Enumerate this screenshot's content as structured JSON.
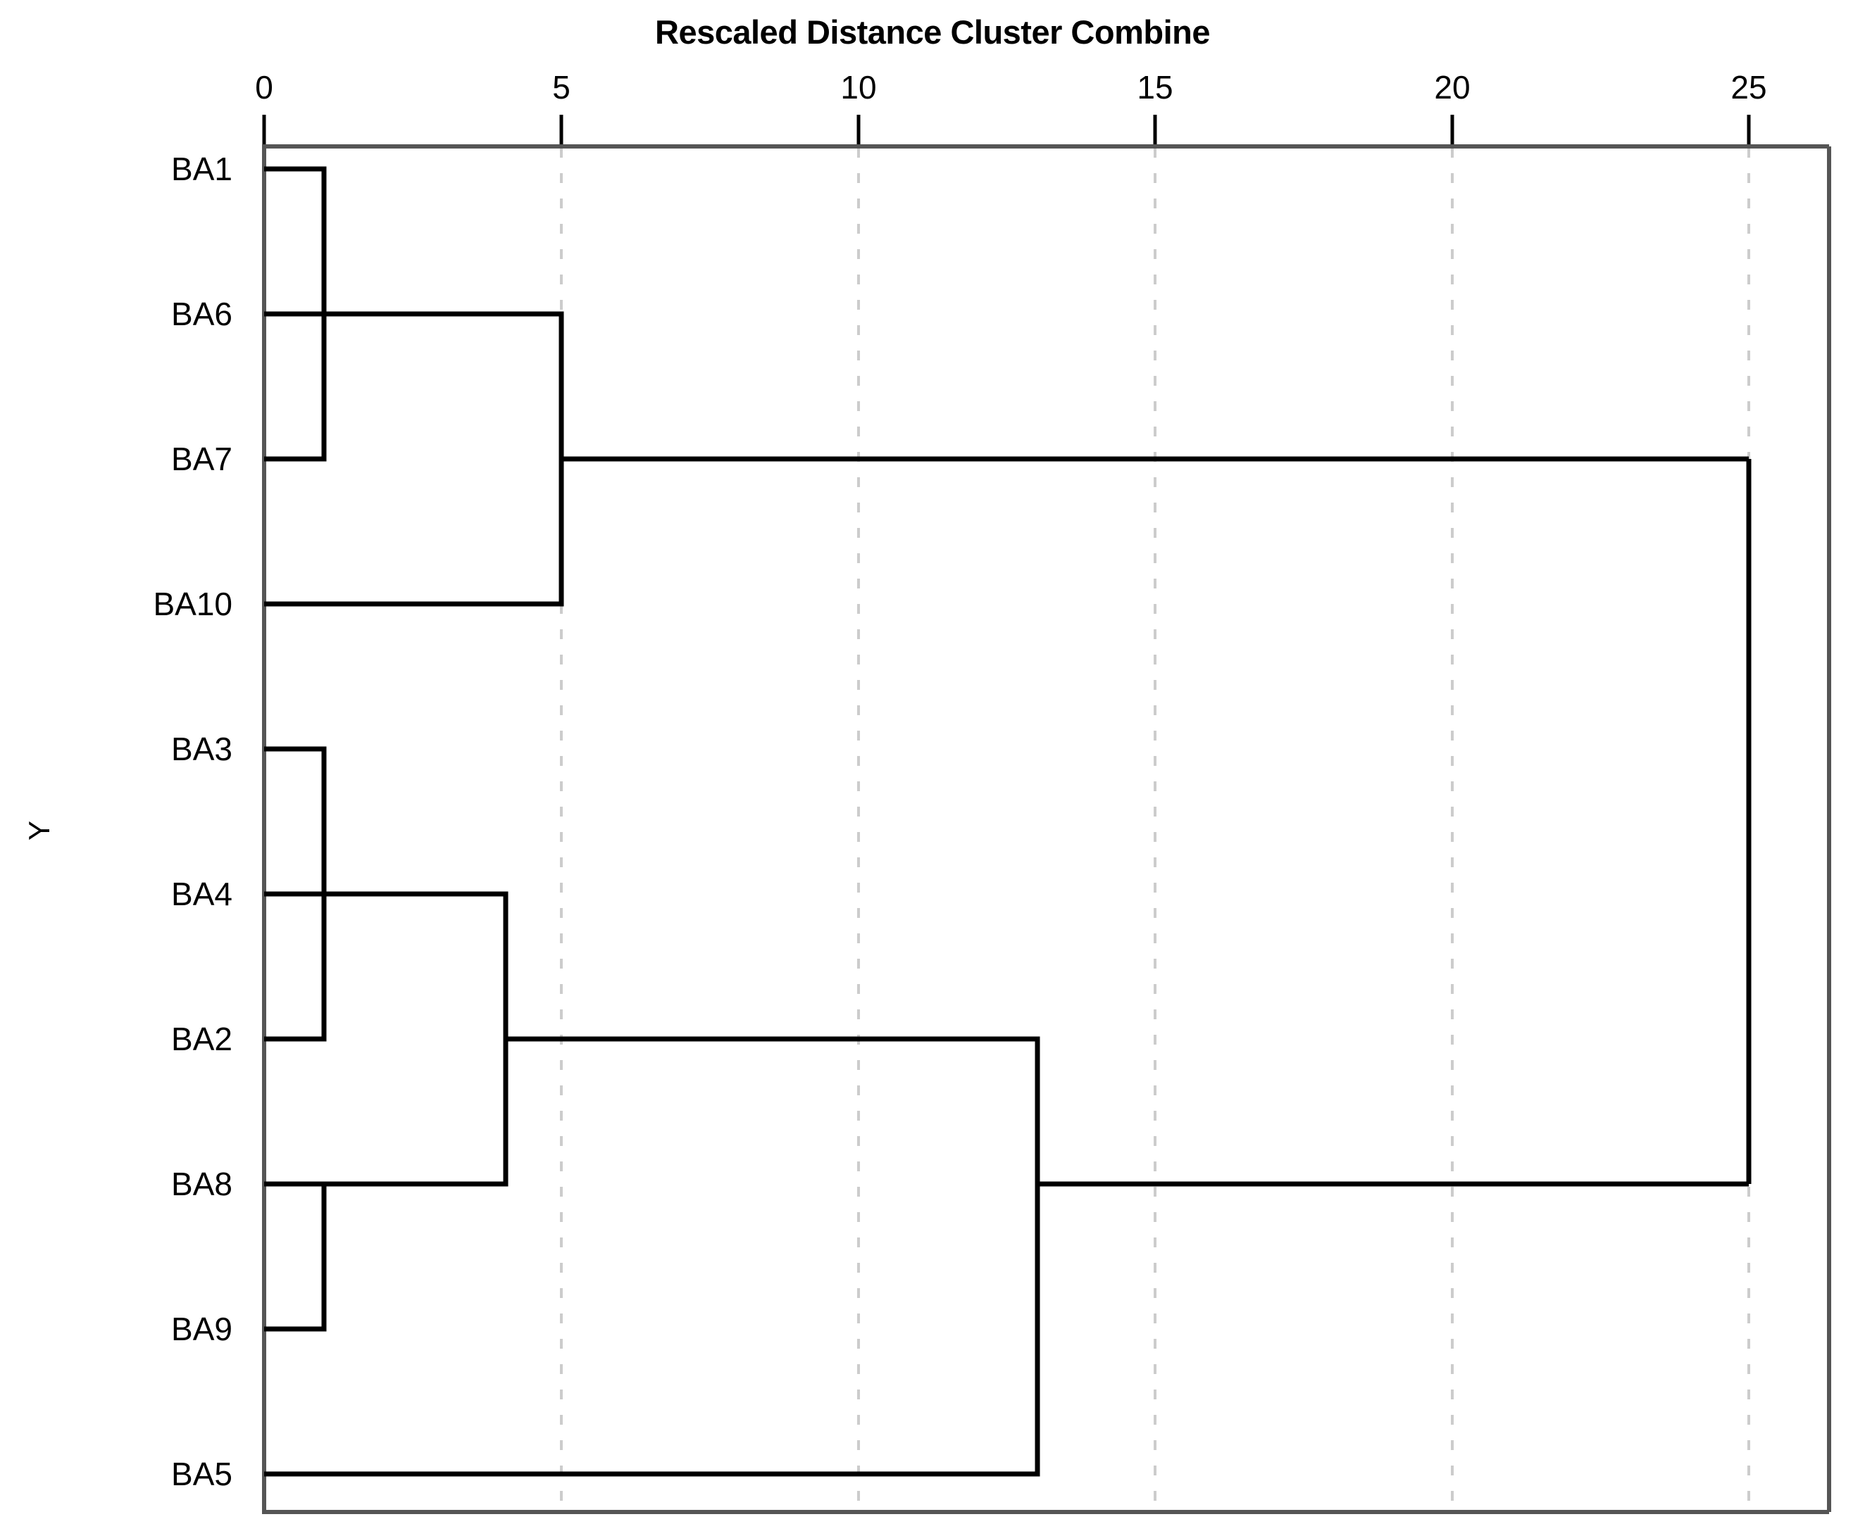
{
  "chart_data": {
    "type": "dendrogram",
    "title": "Rescaled Distance Cluster Combine",
    "xlabel": "Rescaled Distance Cluster Combine",
    "ylabel": "Y",
    "xlim": [
      0,
      26.2
    ],
    "xticks": [
      0,
      5,
      10,
      15,
      20,
      25
    ],
    "xtick_labels": [
      "0",
      "5",
      "10",
      "15",
      "20",
      "25"
    ],
    "grid": "vertical-dashed",
    "leaves": [
      "BA1",
      "BA6",
      "BA7",
      "BA10",
      "BA3",
      "BA4",
      "BA2",
      "BA8",
      "BA9",
      "BA5"
    ],
    "leaf_order_index": [
      1,
      6,
      7,
      10,
      3,
      4,
      2,
      8,
      9,
      5
    ],
    "merges": [
      {
        "id": "m1",
        "left": "BA1",
        "right": "BA7",
        "distance": 1.0
      },
      {
        "id": "m2",
        "left": "m1",
        "right": "BA6",
        "distance": 1.1
      },
      {
        "id": "m3",
        "left": "m2",
        "right": "BA10",
        "distance": 5.0
      },
      {
        "id": "m4",
        "left": "BA3",
        "right": "BA2",
        "distance": 1.0
      },
      {
        "id": "m5",
        "left": "m4",
        "right": "BA4",
        "distance": 2.1
      },
      {
        "id": "m6",
        "left": "m5",
        "right": "BA8",
        "distance": 2.1
      },
      {
        "id": "m7",
        "left": "BA8",
        "right": "BA9",
        "distance": 1.1
      },
      {
        "id": "m8",
        "left": "m6",
        "right": "BA5",
        "distance": 13.0
      },
      {
        "id": "m9",
        "left": "m3",
        "right": "m8",
        "distance": 25.0
      }
    ],
    "notes": "Agglomerative hierarchical clustering dendrogram (SPSS style), horizontal orientation, rescaled distances 0-25."
  },
  "axis": {
    "title": "Rescaled Distance Cluster Combine",
    "y_axis_label": "Y",
    "ticks": [
      "0",
      "5",
      "10",
      "15",
      "20",
      "25"
    ]
  },
  "leaves": [
    {
      "label": "BA1"
    },
    {
      "label": "BA6"
    },
    {
      "label": "BA7"
    },
    {
      "label": "BA10"
    },
    {
      "label": "BA3"
    },
    {
      "label": "BA4"
    },
    {
      "label": "BA2"
    },
    {
      "label": "BA8"
    },
    {
      "label": "BA9"
    },
    {
      "label": "BA5"
    }
  ],
  "colors": {
    "link": "#000000",
    "frame": "#555555",
    "grid": "#cccccc",
    "text": "#000000",
    "background": "#ffffff"
  }
}
